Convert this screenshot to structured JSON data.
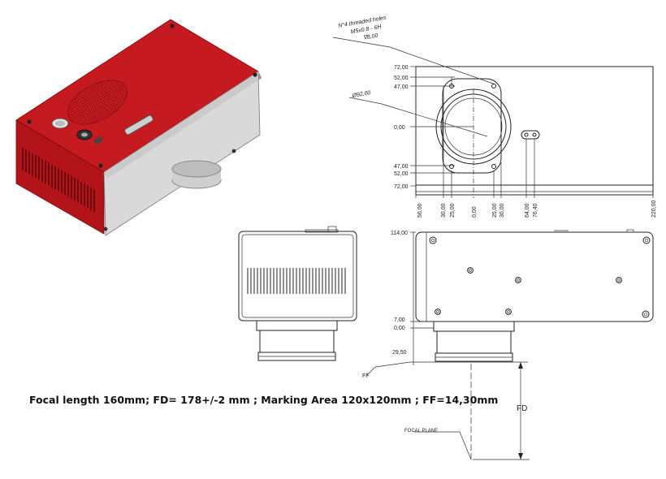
{
  "caption": "Focal length 160mm; FD= 178+/-2 mm ; Marking Area 120x120mm ; FF=14,30mm",
  "top_view": {
    "callout_holes": [
      "N°4 threaded holes",
      "M5x0.8 - 6H",
      "∇8,00"
    ],
    "callout_diameter": "Ø92,00",
    "y_dims": [
      "72,00",
      "52,00",
      "47,00",
      "0,00",
      "47,00",
      "52,00",
      "72,00"
    ],
    "x_dims": [
      "56,00",
      "30,00",
      "25,00",
      "0,00",
      "25,00",
      "30,00",
      "64,00",
      "76,40",
      "220,00"
    ]
  },
  "side_view": {
    "y_dims": [
      "114,00",
      "7,00",
      "0,00",
      "29,50"
    ],
    "label_ff": "FF",
    "label_fd": "FD",
    "label_focal_plane": "FOCAL PLANE"
  },
  "colors": {
    "housing_red": "#c0141c",
    "housing_grey": "#d6d6d6",
    "line": "#222222"
  }
}
